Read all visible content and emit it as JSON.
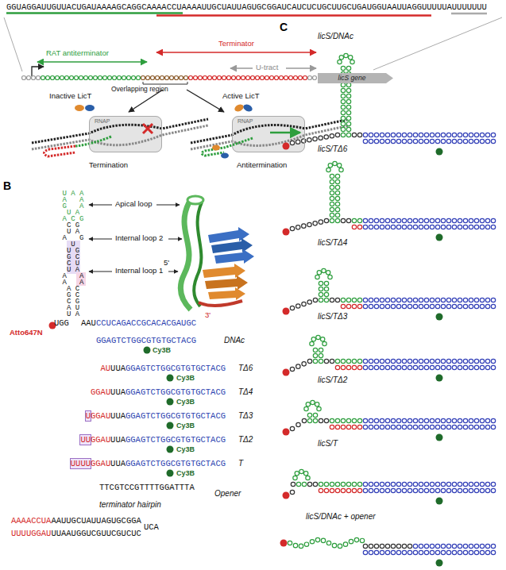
{
  "diagram": {
    "nodes": [
      {
        "text": [
          "licS gene"
        ]
      },
      {
        "text": [
          "RNAP"
        ]
      },
      {
        "text": [
          "RNAP"
        ]
      }
    ],
    "labels": [
      "GGUAGGAUUGUUACUGAUAAAAGCAGGCAAAACCUAAAAUUGCUAUUAGUGCGGAUCAUCUCUGCUUGCUGAUGGUAAUUAGGUUUUUAUUUUUUU",
      "RAT antiterminator",
      "Terminator",
      "U-tract",
      "Overlapping region",
      "Inactive LicT",
      "Active LicT",
      "Termination",
      "Antitermination",
      "B",
      "Apical loop",
      "Internal loop 2",
      "Internal loop 1",
      "5'",
      "3'",
      "U A A",
      "A   A",
      "G   A",
      "U A",
      "A C G",
      "C G",
      "U A",
      "A   G",
      "U",
      "U G",
      "G C",
      "C U",
      "U A",
      "A   A",
      "A   A",
      "A C",
      "G C",
      "C G",
      "A U",
      "U A",
      "UGG",
      "AAU",
      "CCUCAGACCGCACACGAUGC",
      "Atto647N",
      "GGAGTCTGGCGTGTGCTACG",
      "DNAc",
      "Cy3B",
      "AU",
      "UUA",
      "GGAGTCTGGCGTGTGCTACG",
      "TΔ6",
      "Cy3B",
      "GGAU",
      "UUA",
      "GGAGTCTGGCGTGTGCTACG",
      "TΔ4",
      "Cy3B",
      "U",
      "GGAU",
      "UUA",
      "GGAGTCTGGCGTGTGCTACG",
      "TΔ3",
      "Cy3B",
      "UU",
      "GGAU",
      "UUA",
      "GGAGTCTGGCGTGTGCTACG",
      "TΔ2",
      "Cy3B",
      "UUUU",
      "GGAU",
      "UUA",
      "GGAGTCTGGCGTGTGCTACG",
      "T",
      "Cy3B",
      "TTCGTCCGTTTTGGATTTA",
      "Opener",
      "terminator hairpin",
      "AAAACCUA",
      "AAUUGCUAUUAGUGCGGA",
      "UCA",
      "UUUUGGAU",
      "UUAAUGGUCGUUCGUCUC",
      "C",
      "licS/DNAc",
      "licS/TΔ6",
      "licS/TΔ4",
      "licS/TΔ3",
      "licS/TΔ2",
      "licS/T",
      "licS/DNAc + opener"
    ]
  }
}
